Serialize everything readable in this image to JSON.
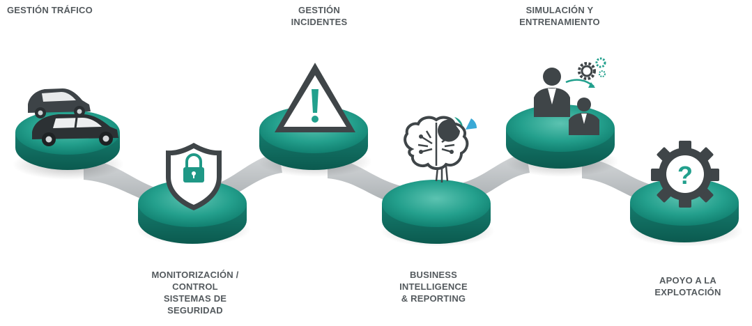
{
  "steps": [
    {
      "id": "gestion-trafico",
      "lines": [
        "GESTIÓN TRÁFICO"
      ],
      "icon": "cars-icon"
    },
    {
      "id": "monitorizacion",
      "lines": [
        "MONITORIZACIÓN /",
        "CONTROL",
        "SISTEMAS DE",
        "SEGURIDAD"
      ],
      "icon": "shield-lock-icon"
    },
    {
      "id": "gestion-incidentes",
      "lines": [
        "GESTIÓN",
        "INCIDENTES"
      ],
      "icon": "warning-triangle-icon"
    },
    {
      "id": "business-intelligence",
      "lines": [
        "BUSINESS",
        "INTELLIGENCE",
        "& REPORTING"
      ],
      "icon": "brain-chart-icon"
    },
    {
      "id": "simulacion",
      "lines": [
        "SIMULACIÓN Y",
        "ENTRENAMIENTO"
      ],
      "icon": "people-gears-icon"
    },
    {
      "id": "apoyo",
      "lines": [
        "APOYO A LA",
        "EXPLOTACIÓN"
      ],
      "icon": "gear-question-icon"
    }
  ],
  "colors": {
    "teal_top": "#2aa492",
    "teal_side": "#13786a",
    "teal_dark": "#0c5a4f",
    "connector": "#bfc3c5",
    "connector_dark": "#9ea3a6",
    "icon_dark": "#3f4548",
    "label": "#545a5e"
  }
}
